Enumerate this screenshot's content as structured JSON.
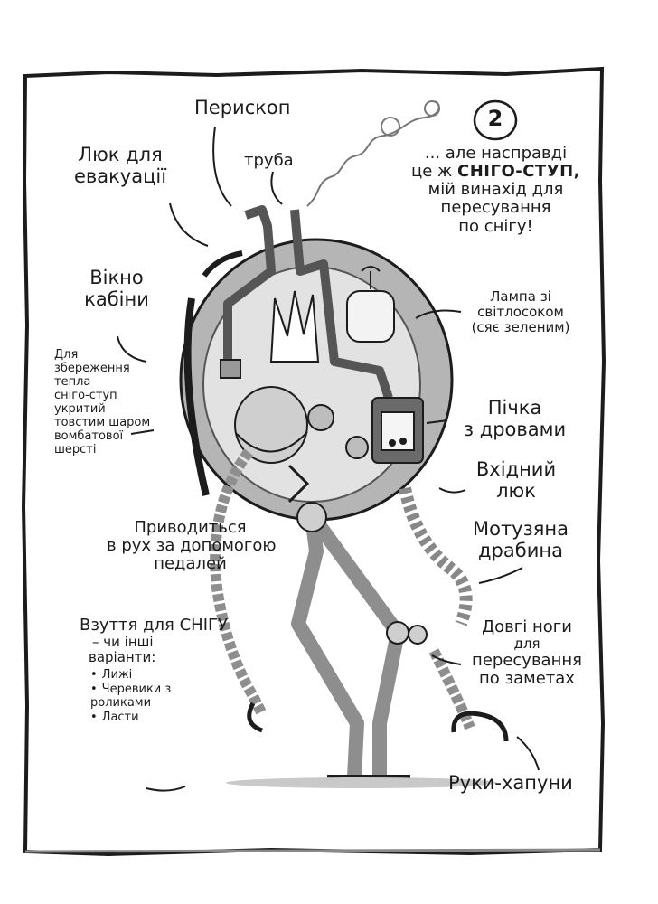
{
  "page_number": "2",
  "intro": {
    "line1": "... але насправді",
    "line2_prefix": "це ж ",
    "line2_bold": "СНІГО-СТУП,",
    "line3": "мій винахід для",
    "line4": "пересування",
    "line5": "по снігу!"
  },
  "labels": {
    "periscope": "Перископ",
    "pipe": "труба",
    "hatch_line1": "Люк для",
    "hatch_line2": "евакуації",
    "window_line1": "Вікно",
    "window_line2": "кабіни",
    "wool_lines": [
      "Для",
      "збереження",
      "тепла",
      "сніго-ступ",
      "укритий",
      "товстим шаром",
      "вомбатової",
      "шерсті"
    ],
    "lamp_lines": [
      "Лампа зі",
      "світлосоком",
      "(сяє зеленим)"
    ],
    "stove_line1": "Пічка",
    "stove_line2": "з дровами",
    "entry_line1": "Вхідний",
    "entry_line2": "люк",
    "ladder_line1": "Мотузяна",
    "ladder_line2": "драбина",
    "pedals_lines": [
      "Приводиться",
      "в рух за допомогою",
      "педалей"
    ],
    "shoes_line1": "Взуття для СНІГУ",
    "shoes_line2": "– чи інші",
    "shoes_line3": "варіанти:",
    "shoes_options": [
      "Лижі",
      "Черевики з роликами",
      "Ласти"
    ],
    "legs_lines": [
      "Довгі ноги",
      "для",
      "пересування",
      "по заметах"
    ],
    "arms": "Руки-хапуни"
  },
  "colors": {
    "ink": "#1c1c1c",
    "metal_light": "#c9c9c9",
    "metal_mid": "#9a9a9a",
    "metal_dark": "#5e5e5e",
    "glass": "#dcdcdc"
  }
}
